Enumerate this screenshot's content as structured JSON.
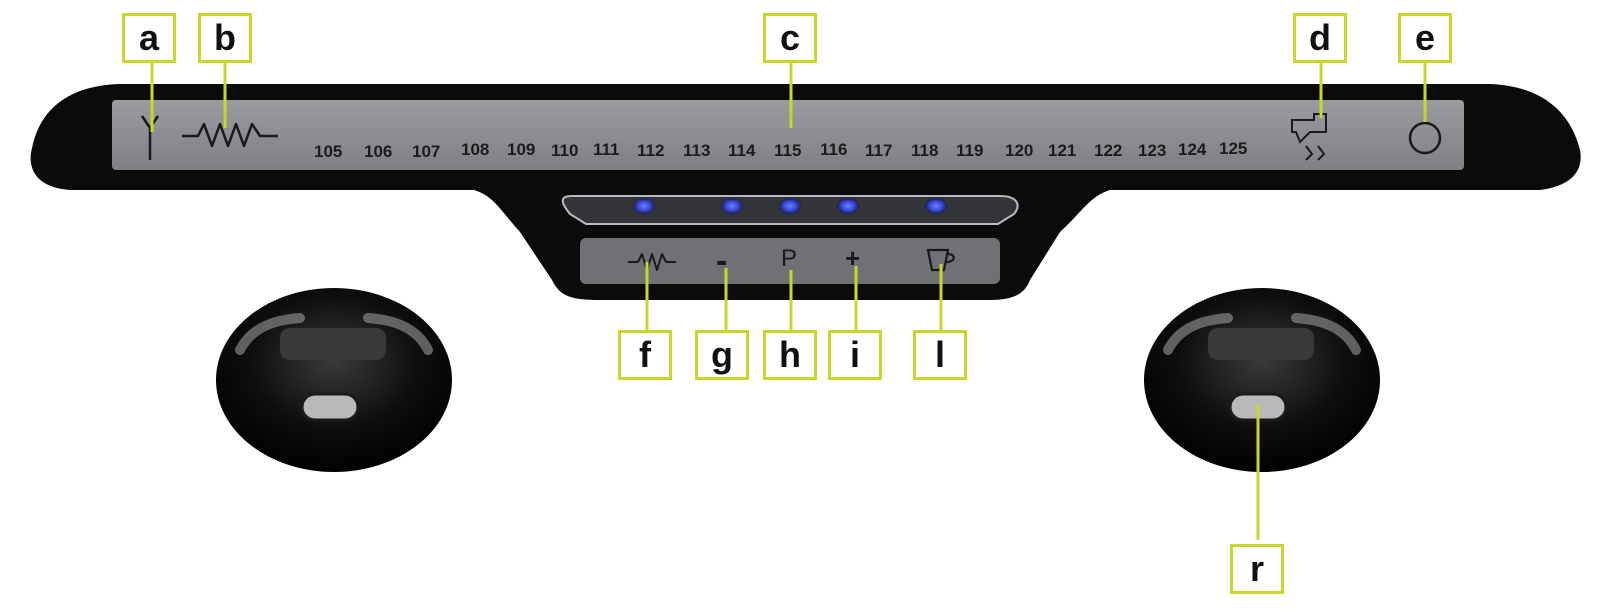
{
  "callouts": {
    "a": "a",
    "b": "b",
    "c": "c",
    "d": "d",
    "e": "e",
    "f": "f",
    "g": "g",
    "h": "h",
    "i": "i",
    "l": "l",
    "r": "r"
  },
  "temperature_scale": [
    "105",
    "106",
    "107",
    "108",
    "109",
    "110",
    "111",
    "112",
    "113",
    "114",
    "115",
    "116",
    "117",
    "118",
    "119",
    "120",
    "121",
    "122",
    "123",
    "124",
    "125"
  ],
  "buttons": {
    "minus": "-",
    "program": "P",
    "plus": "+"
  },
  "indicator_leds": 5,
  "colors": {
    "callout_border": "#c9d62c",
    "led_blue": "#3a4bd8",
    "panel_grey": "#8d8f93",
    "body_black": "#0b0b0b"
  },
  "icons": [
    "antenna-icon",
    "heating-resistance-icon",
    "coffee-group-steam-icon",
    "power-circle-icon",
    "resistance-button-icon",
    "cup-icon"
  ]
}
